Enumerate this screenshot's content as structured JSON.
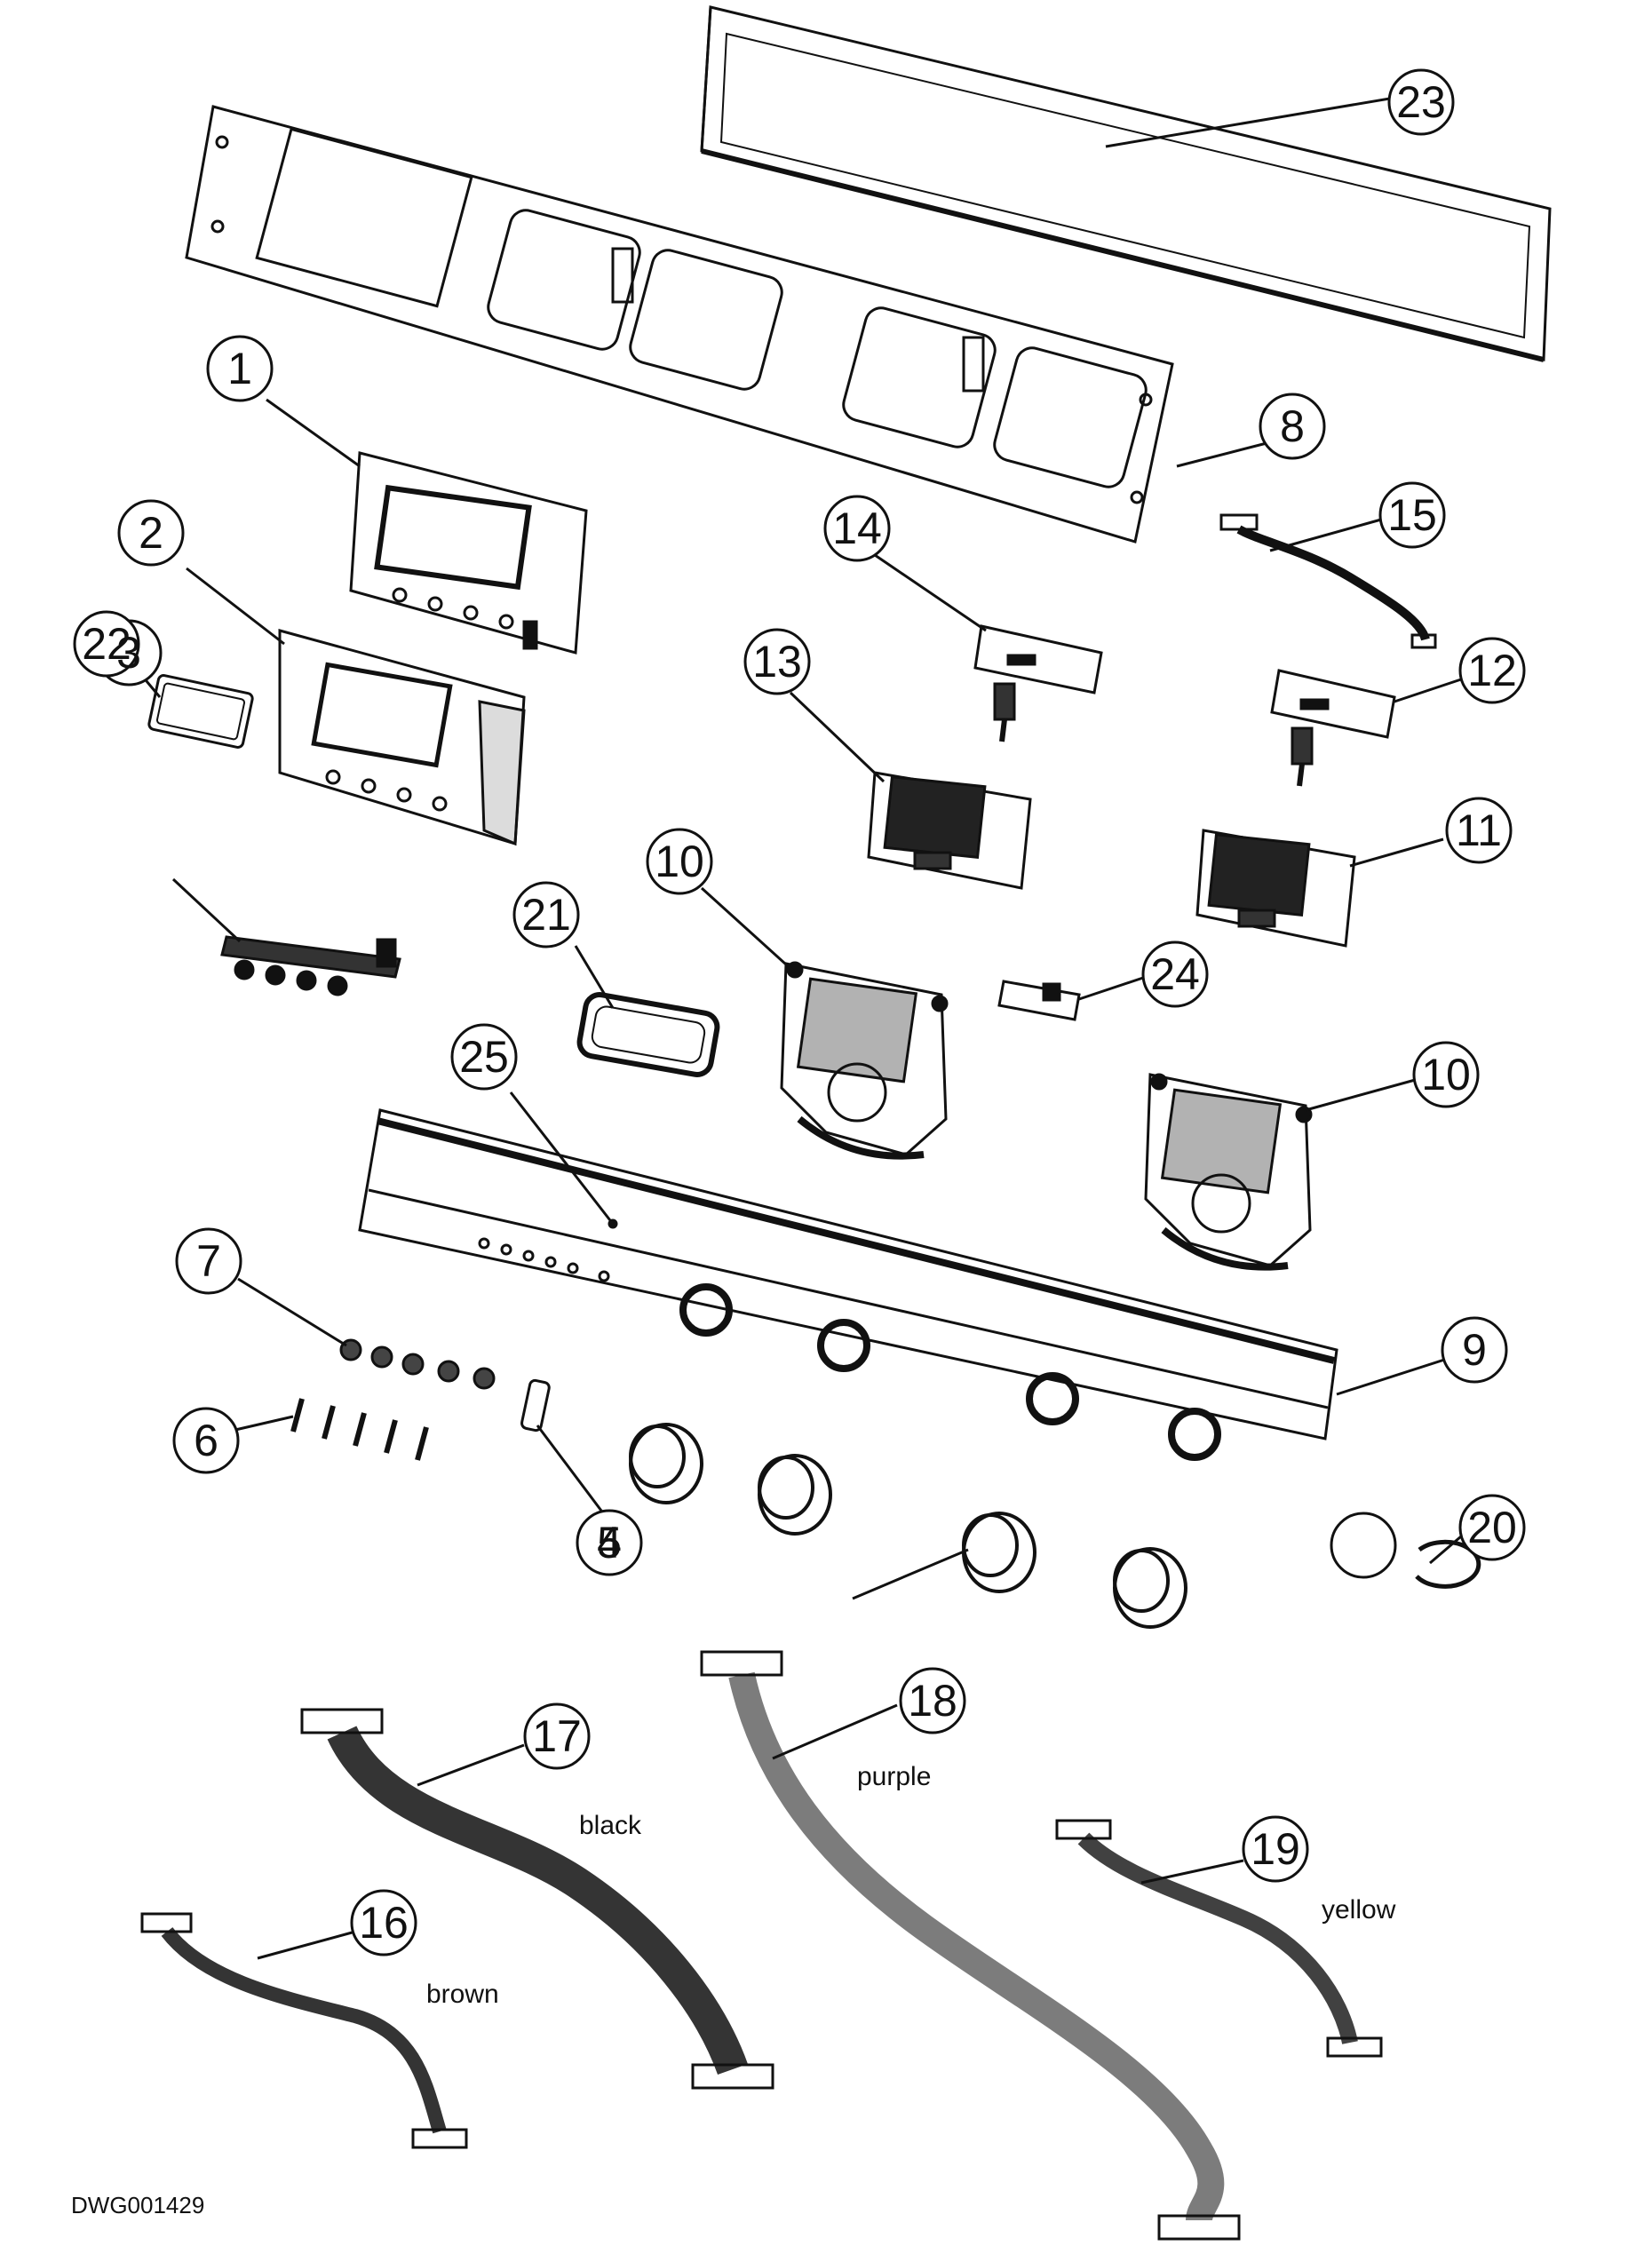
{
  "callouts": [
    "1",
    "2",
    "3",
    "4",
    "5",
    "6",
    "7",
    "8",
    "9",
    "10",
    "10",
    "11",
    "12",
    "13",
    "14",
    "15",
    "16",
    "17",
    "18",
    "19",
    "20",
    "21",
    "22",
    "23",
    "24",
    "25"
  ],
  "wire_labels": {
    "brown": "brown",
    "black": "black",
    "purple": "purple",
    "yellow": "yellow"
  },
  "drawing_number": "DWG001429",
  "colors": {
    "ink": "#111111",
    "paper": "#ffffff"
  }
}
